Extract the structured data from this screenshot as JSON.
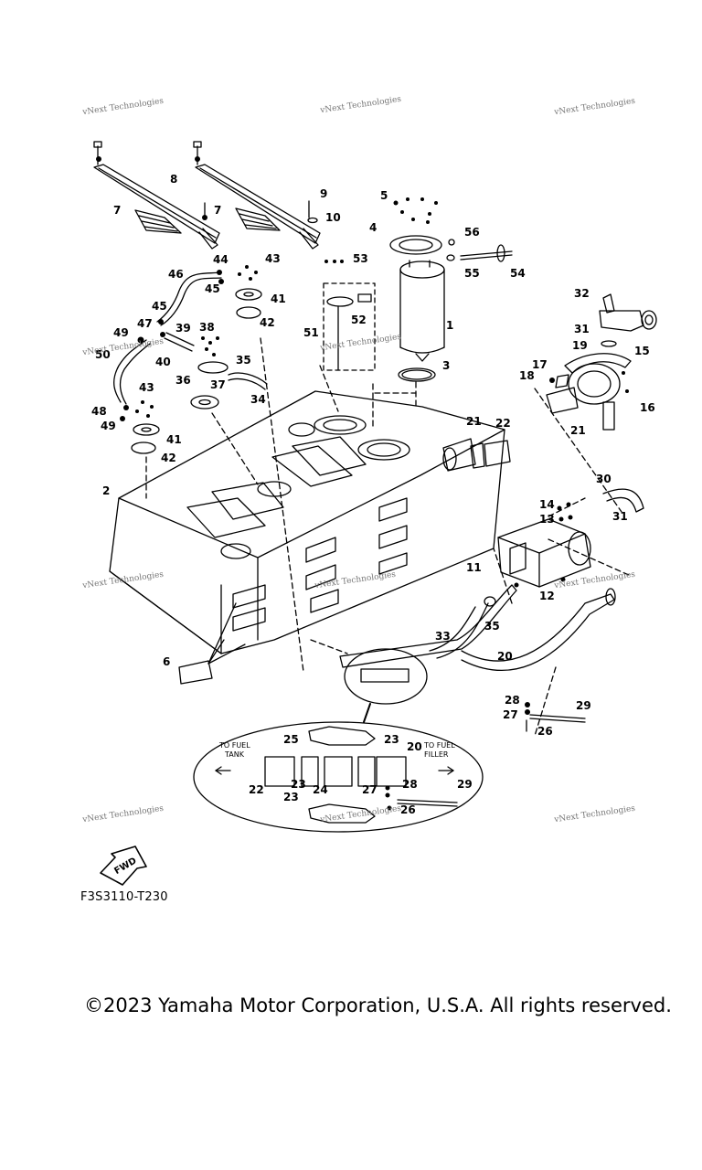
{
  "watermark": "vNext Technologies",
  "diagram_code": "F3S3110-T230",
  "copyright": "©2023 Yamaha Motor Corporation, U.S.A. All rights reserved.",
  "fwd_label": "FWD",
  "inset": {
    "left_label_1": "TO FUEL",
    "left_label_2": "TANK",
    "right_label_1": "TO FUEL",
    "right_label_2": "FILLER"
  },
  "callouts": [
    "1",
    "2",
    "3",
    "4",
    "5",
    "6",
    "7",
    "7",
    "8",
    "9",
    "10",
    "11",
    "12",
    "13",
    "14",
    "15",
    "16",
    "17",
    "18",
    "19",
    "20",
    "21",
    "21",
    "22",
    "28",
    "27",
    "29",
    "26",
    "30",
    "31",
    "31",
    "32",
    "33",
    "34",
    "35",
    "35",
    "36",
    "37",
    "38",
    "39",
    "40",
    "41",
    "41",
    "42",
    "42",
    "43",
    "43",
    "44",
    "45",
    "45",
    "46",
    "47",
    "48",
    "49",
    "49",
    "50",
    "51",
    "52",
    "53",
    "54",
    "55",
    "56"
  ],
  "inset_callouts": [
    "25",
    "23",
    "20",
    "22",
    "23",
    "24",
    "23",
    "27",
    "28",
    "29",
    "26"
  ]
}
